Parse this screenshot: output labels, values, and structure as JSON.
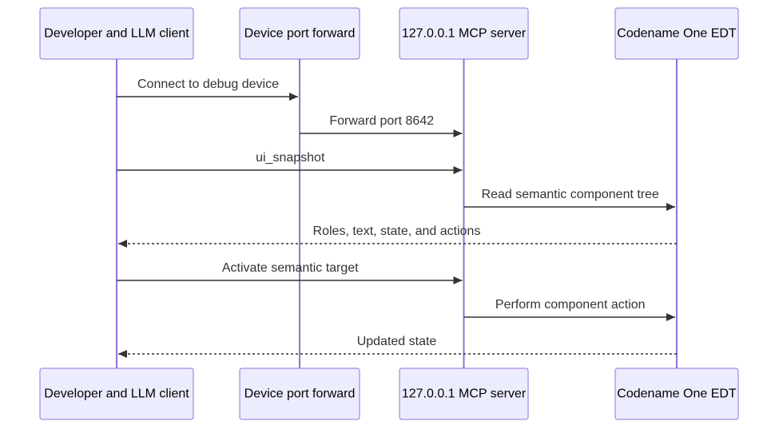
{
  "participants": [
    {
      "id": "client",
      "label": "Developer and LLM client"
    },
    {
      "id": "forward",
      "label": "Device port forward"
    },
    {
      "id": "server",
      "label": "127.0.0.1 MCP server"
    },
    {
      "id": "edt",
      "label": "Codename One EDT"
    }
  ],
  "messages": [
    {
      "from": "client",
      "to": "forward",
      "label": "Connect to debug device",
      "style": "solid"
    },
    {
      "from": "forward",
      "to": "server",
      "label": "Forward port 8642",
      "style": "solid"
    },
    {
      "from": "client",
      "to": "server",
      "label": "ui_snapshot",
      "style": "solid"
    },
    {
      "from": "server",
      "to": "edt",
      "label": "Read semantic component tree",
      "style": "solid"
    },
    {
      "from": "edt",
      "to": "client",
      "label": "Roles, text, state, and actions",
      "style": "dashed"
    },
    {
      "from": "client",
      "to": "server",
      "label": "Activate semantic target",
      "style": "solid"
    },
    {
      "from": "server",
      "to": "edt",
      "label": "Perform component action",
      "style": "solid"
    },
    {
      "from": "edt",
      "to": "client",
      "label": "Updated state",
      "style": "dashed"
    }
  ],
  "colors": {
    "actor_fill": "#ECECFF",
    "actor_stroke": "#9370DB",
    "lifeline": "#9370DB",
    "message_line": "#333333",
    "text": "#333333"
  }
}
